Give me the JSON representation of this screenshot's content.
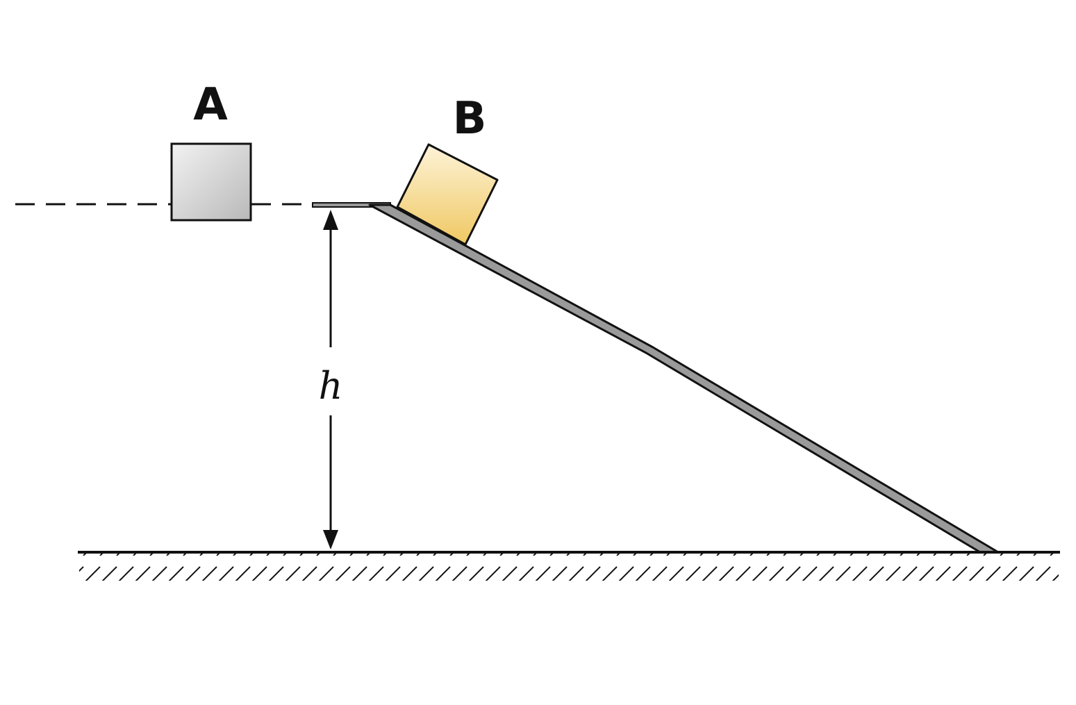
{
  "diagram": {
    "block_a": {
      "label": "A",
      "fill_color": "#d6d6d6"
    },
    "block_b": {
      "label": "B",
      "fill_color": "#f3d27e"
    },
    "height": {
      "label": "h"
    },
    "colors": {
      "stroke": "#111111",
      "incline": "#9a9a9a",
      "background": "#ffffff"
    }
  }
}
